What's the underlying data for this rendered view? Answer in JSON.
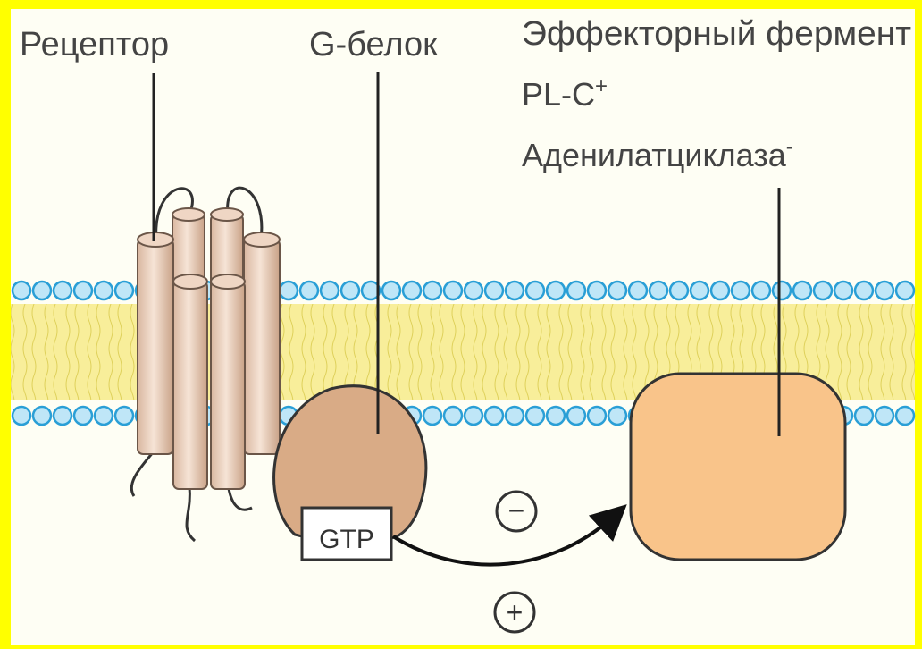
{
  "labels": {
    "receptor": "Рецептор",
    "g_protein": "G-белок",
    "effector_title": "Эффекторный фермент",
    "plc": "PL-C",
    "plc_sign": "+",
    "adenylate_cyclase": "Аденилатциклаза",
    "ac_sign": "-",
    "gtp": "GTP"
  },
  "signs": {
    "inhibit": "−",
    "activate": "+"
  },
  "colors": {
    "frame": "#ffff00",
    "background": "#fefef4",
    "membrane_band": "#f8ee9a",
    "lipid_head": "#bfe6f7",
    "lipid_head_stroke": "#2a9fd6",
    "receptor_fill": "#efd6c4",
    "g_protein_fill": "#d9ab86",
    "effector_fill": "#f9c48a",
    "ink": "#222222"
  }
}
